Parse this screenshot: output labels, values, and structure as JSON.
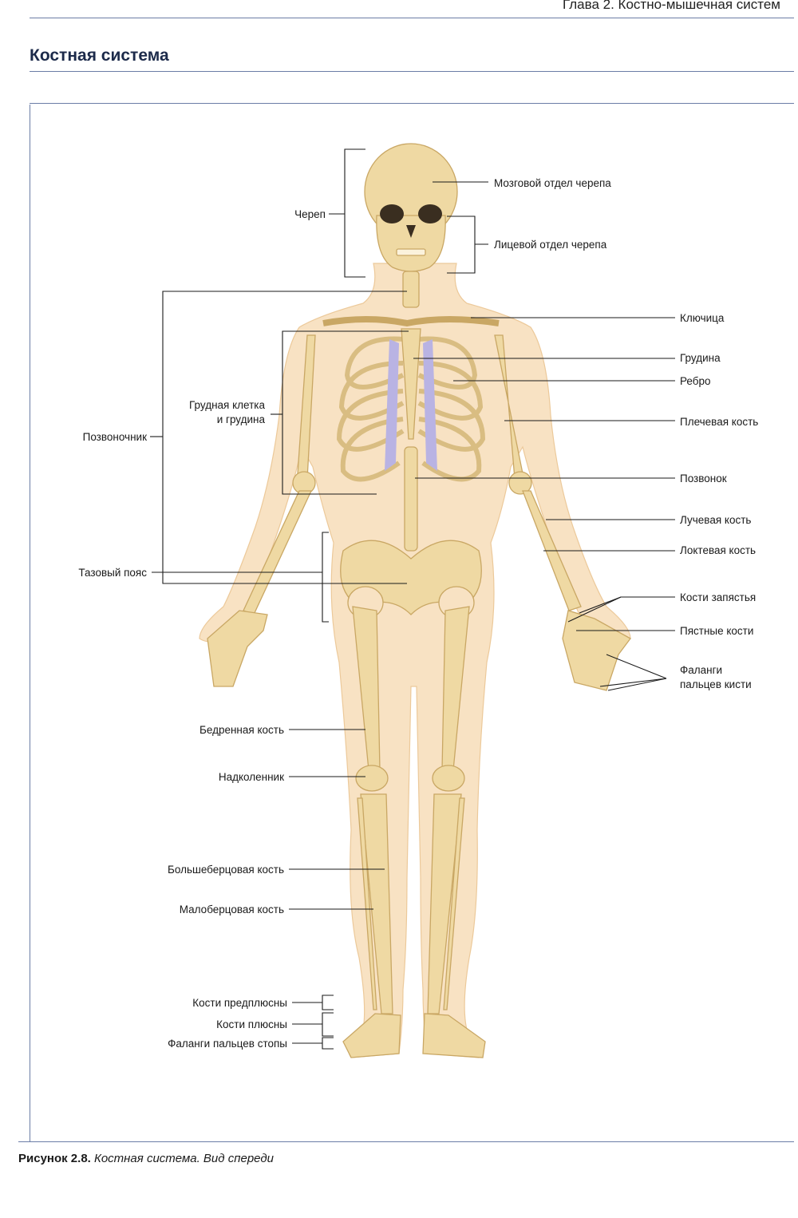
{
  "header": {
    "running_head": "Глава 2. Костно-мышечная систем"
  },
  "section": {
    "title": "Костная система"
  },
  "caption": {
    "number": "Рисунок 2.8.",
    "text": "Костная система. Вид спереди"
  },
  "colors": {
    "rule": "#6b7da6",
    "skin": "#f6dcb8",
    "bone": "#efd9a3",
    "bone_stroke": "#c9a764",
    "cartilage": "#b9b3e3"
  },
  "labels": {
    "skull": "Череп",
    "cranium": "Мозговой отдел черепа",
    "facial": "Лицевой отдел черепа",
    "clavicle": "Ключица",
    "sternum": "Грудина",
    "rib": "Ребро",
    "humerus": "Плечевая кость",
    "thorax_line1": "Грудная клетка",
    "thorax_line2": "и грудина",
    "spine": "Позвоночник",
    "vertebra": "Позвонок",
    "radius": "Лучевая кость",
    "ulna": "Локтевая кость",
    "pelvis": "Тазовый пояс",
    "carpals": "Кости запястья",
    "metacarpals": "Пястные кости",
    "phalanges_hand_line1": "Фаланги",
    "phalanges_hand_line2": "пальцев кисти",
    "femur": "Бедренная кость",
    "patella": "Надколенник",
    "tibia": "Большеберцовая кость",
    "fibula": "Малоберцовая кость",
    "tarsals": "Кости предплюсны",
    "metatarsals": "Кости плюсны",
    "phalanges_foot": "Фаланги пальцев стопы"
  }
}
